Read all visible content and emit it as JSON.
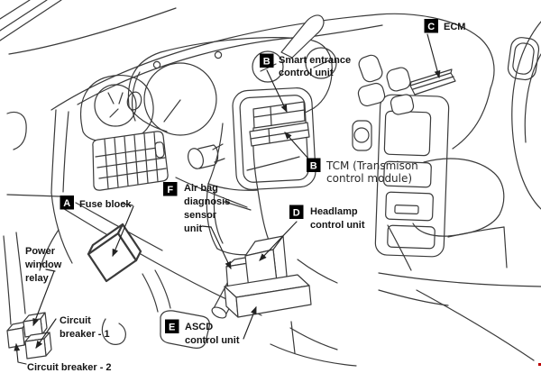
{
  "colors": {
    "line": "#3a3a3a",
    "badge_bg": "#000000",
    "badge_text": "#ffffff",
    "page_bg": "#ffffff",
    "red_mark": "#bb0000"
  },
  "callouts": {
    "fuse_block": {
      "letter": "A",
      "text": "Fuse block"
    },
    "smart_entrance": {
      "letter": "B",
      "line1": "Smart entrance",
      "line2": "control unit"
    },
    "tcm": {
      "letter": "B",
      "line1": "TCM (Transmison",
      "line2": "control module)"
    },
    "ecm": {
      "letter": "C",
      "text": "ECM"
    },
    "headlamp": {
      "letter": "D",
      "line1": "Headlamp",
      "line2": "control unit"
    },
    "ascd": {
      "letter": "E",
      "line1": "ASCD",
      "line2": "control unit"
    },
    "airbag": {
      "letter": "F",
      "line1": "Air bag",
      "line2": "diagnosis",
      "line3": "sensor",
      "line4": "unit"
    }
  },
  "plain_labels": {
    "power_window_relay": {
      "line1": "Power",
      "line2": "window",
      "line3": "relay"
    },
    "circuit_breaker_1": {
      "line1": "Circuit",
      "line2": "breaker - 1"
    },
    "circuit_breaker_2": {
      "text": "Circuit breaker - 2"
    }
  }
}
